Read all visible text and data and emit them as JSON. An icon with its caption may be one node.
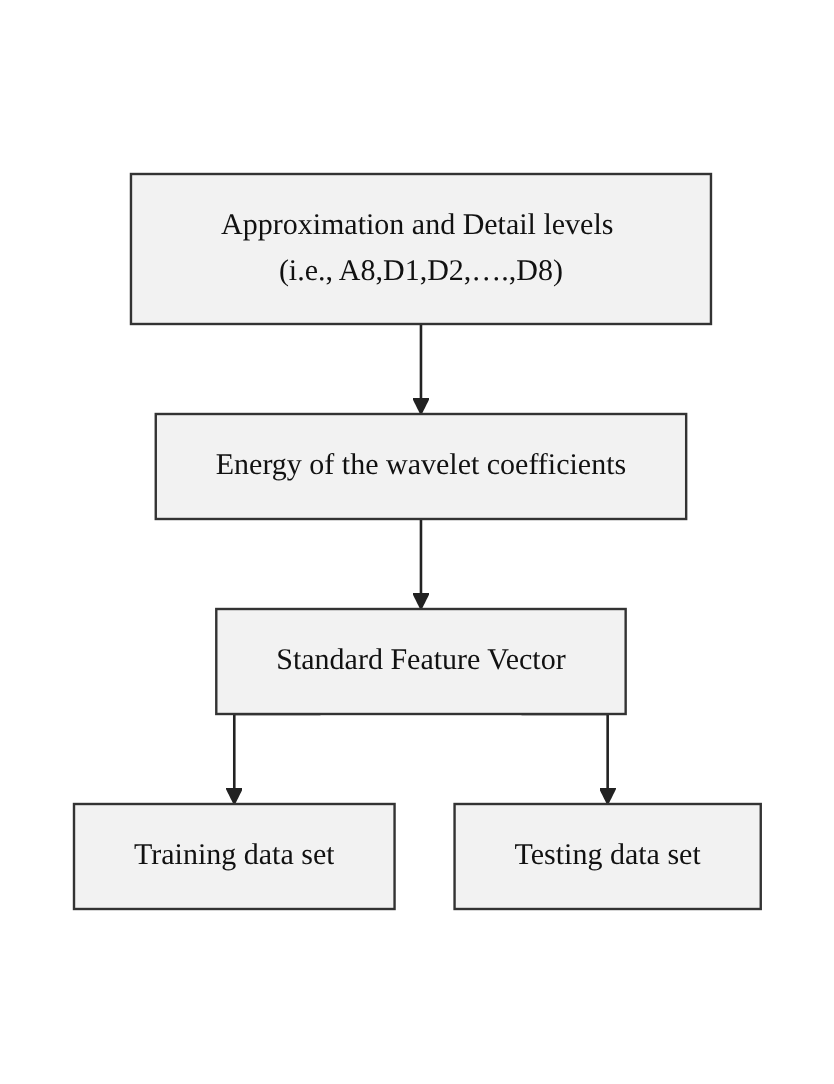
{
  "diagram": {
    "nodes": [
      {
        "text": [
          "Approximation and Detail levels (i.e., A8,D1,D2,….,D8)"
        ]
      },
      {
        "text": [
          "Energy of the wavelet coefficients"
        ]
      },
      {
        "text": [
          "Standard Feature Vector"
        ]
      },
      {
        "text": [
          "Training data set"
        ]
      },
      {
        "text": [
          "Testing data set"
        ]
      }
    ],
    "edges": [
      {
        "from": 0,
        "to": 1,
        "arrow": "to"
      },
      {
        "from": 1,
        "to": 2,
        "arrow": "to"
      },
      {
        "from": 2,
        "to": 3,
        "arrow": "to"
      },
      {
        "from": 2,
        "to": 4,
        "arrow": "to"
      }
    ]
  }
}
